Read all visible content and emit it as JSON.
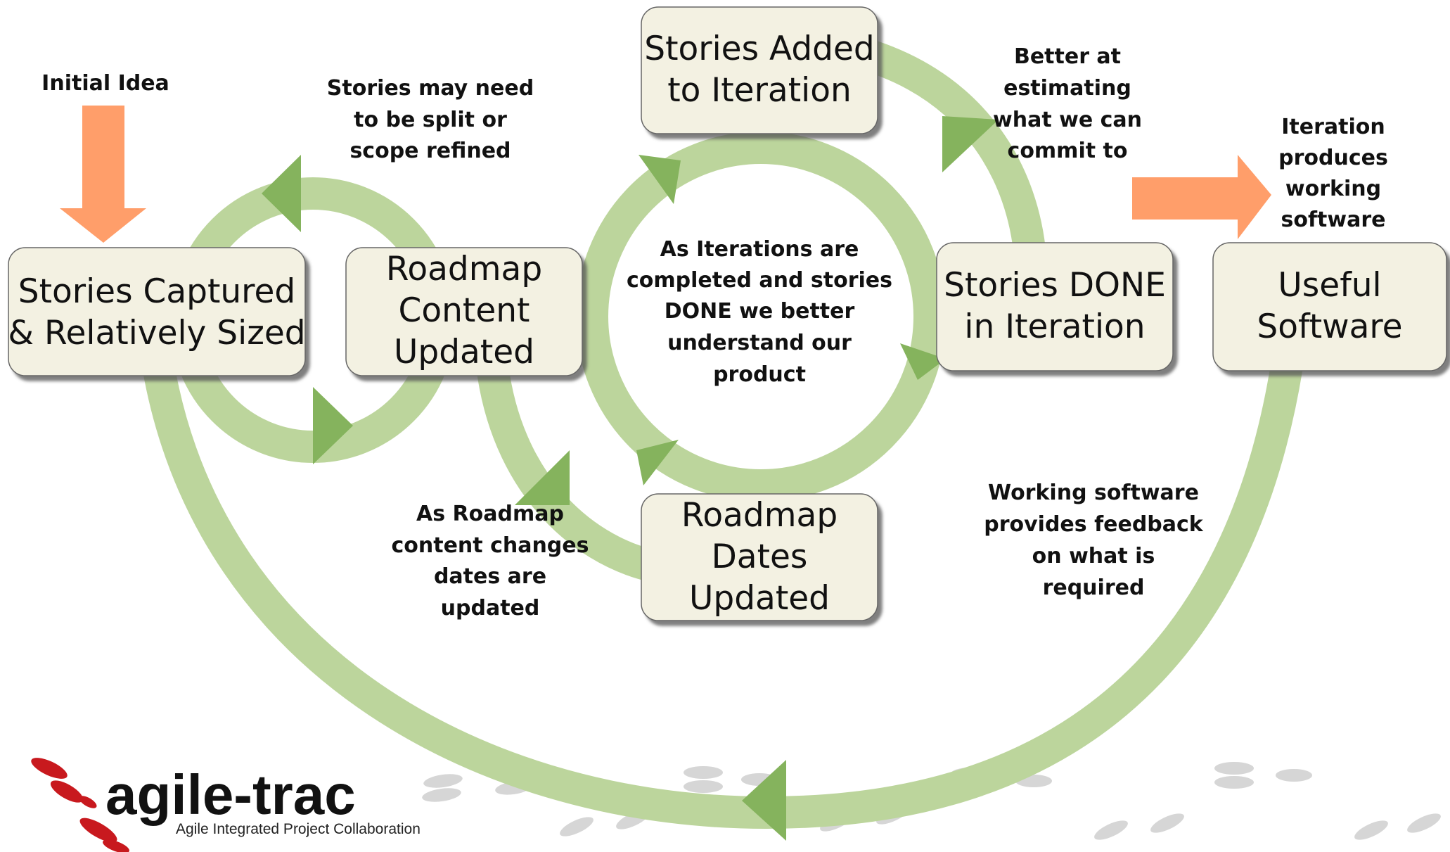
{
  "boxes": {
    "stories_captured": [
      "Stories Captured",
      "& Relatively Sized"
    ],
    "roadmap_content": [
      "Roadmap",
      "Content",
      "Updated"
    ],
    "stories_added": [
      "Stories Added",
      "to Iteration"
    ],
    "stories_done": [
      "Stories DONE",
      "in Iteration"
    ],
    "useful_software": [
      "Useful",
      "Software"
    ],
    "roadmap_dates": [
      "Roadmap",
      "Dates",
      "Updated"
    ]
  },
  "notes": {
    "initial_idea": [
      "Initial Idea"
    ],
    "split_scope": [
      "Stories may need",
      "to be split or",
      "scope refined"
    ],
    "estimating": [
      "Better at",
      "estimating",
      "what we can",
      "commit to"
    ],
    "iteration_produces": [
      "Iteration",
      "produces",
      "working",
      "software"
    ],
    "center": [
      "As Iterations are",
      "completed and stories",
      "DONE we better",
      "understand our",
      "product"
    ],
    "roadmap_changes": [
      "As Roadmap",
      "content changes",
      "dates are",
      "updated"
    ],
    "feedback": [
      "Working software",
      "provides feedback",
      "on what is",
      "required"
    ]
  },
  "logo": {
    "name": "agile-trac",
    "tagline": "Agile Integrated Project Collaboration"
  },
  "colors": {
    "loop_green": "#bcd59c",
    "arrow_green": "#85b35d",
    "orange": "#ff9e6a",
    "box_fill": "#f3f1e2",
    "logo_red": "#c8191e",
    "footprint_gray": "#d6d6d6"
  }
}
